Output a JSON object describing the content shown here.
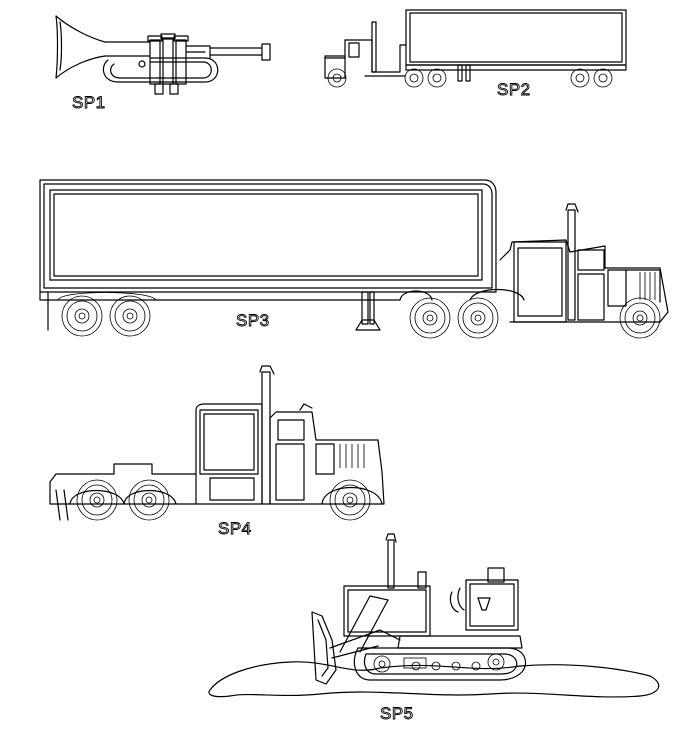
{
  "labels": {
    "sp1": "SP1",
    "sp2": "SP2",
    "sp3": "SP3",
    "sp4": "SP4",
    "sp5": "SP5"
  },
  "items": [
    {
      "id": "sp1",
      "depicts": "trumpet-icon"
    },
    {
      "id": "sp2",
      "depicts": "semi-truck-small-icon"
    },
    {
      "id": "sp3",
      "depicts": "semi-truck-large-icon"
    },
    {
      "id": "sp4",
      "depicts": "truck-tractor-icon"
    },
    {
      "id": "sp5",
      "depicts": "bulldozer-icon"
    }
  ]
}
